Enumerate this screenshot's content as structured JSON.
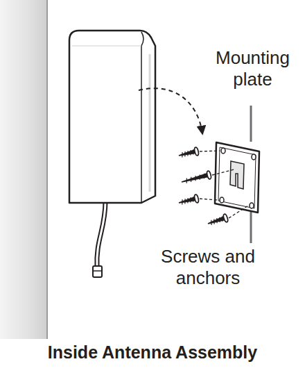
{
  "diagram": {
    "title": "Inside Antenna Assembly",
    "labels": [
      "Mounting plate",
      "Screws and anchors"
    ]
  }
}
